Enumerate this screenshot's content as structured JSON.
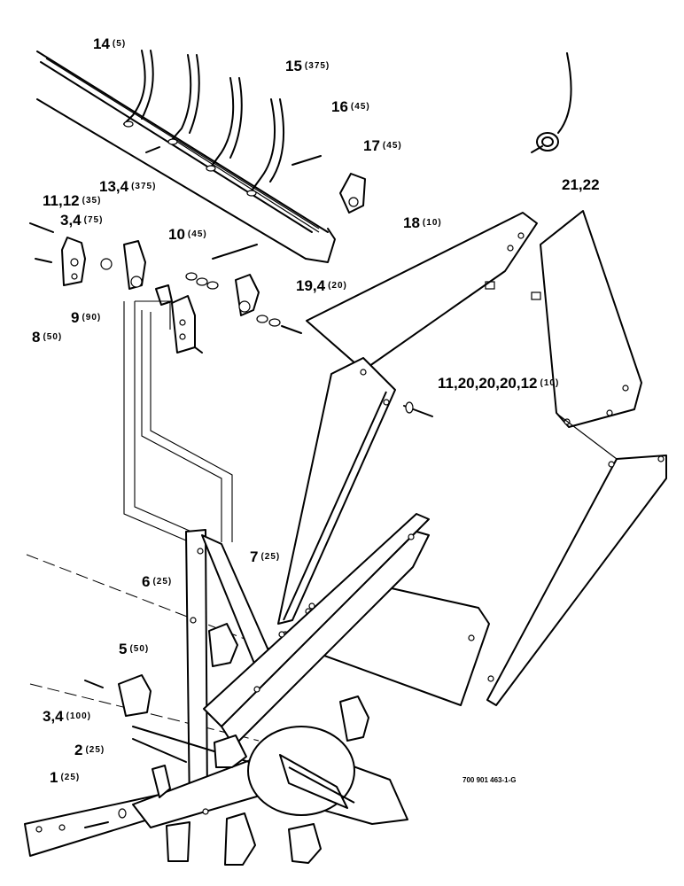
{
  "callouts": [
    {
      "id": "c14",
      "label": "14",
      "qty": "(5)"
    },
    {
      "id": "c15",
      "label": "15",
      "qty": "(375)"
    },
    {
      "id": "c16",
      "label": "16",
      "qty": "(45)"
    },
    {
      "id": "c17",
      "label": "17",
      "qty": "(45)"
    },
    {
      "id": "c13",
      "label": "13,4",
      "qty": "(375)"
    },
    {
      "id": "c2122",
      "label": "21,22",
      "qty": ""
    },
    {
      "id": "c1112a",
      "label": "11,12",
      "qty": "(35)"
    },
    {
      "id": "c34a",
      "label": "3,4",
      "qty": "(75)"
    },
    {
      "id": "c10",
      "label": "10",
      "qty": "(45)"
    },
    {
      "id": "c18",
      "label": "18",
      "qty": "(10)"
    },
    {
      "id": "c9",
      "label": "9",
      "qty": "(90)"
    },
    {
      "id": "c8",
      "label": "8",
      "qty": "(50)"
    },
    {
      "id": "c194",
      "label": "19,4",
      "qty": "(20)"
    },
    {
      "id": "c1120",
      "label": "11,20,20,20,12",
      "qty": "(10)"
    },
    {
      "id": "c7",
      "label": "7",
      "qty": "(25)"
    },
    {
      "id": "c6",
      "label": "6",
      "qty": "(25)"
    },
    {
      "id": "c5",
      "label": "5",
      "qty": "(50)"
    },
    {
      "id": "c34b",
      "label": "3,4",
      "qty": "(100)"
    },
    {
      "id": "c2",
      "label": "2",
      "qty": "(25)"
    },
    {
      "id": "c1",
      "label": "1",
      "qty": "(25)"
    }
  ],
  "drawing_reference": "700 901 463-1-G"
}
